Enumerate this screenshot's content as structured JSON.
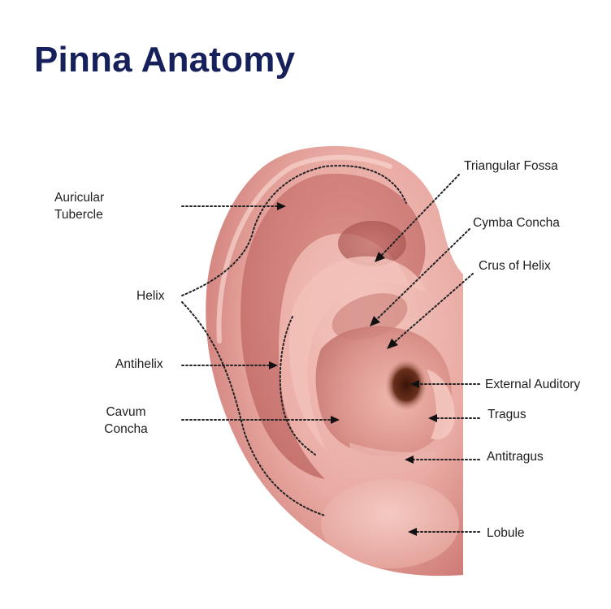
{
  "title": "Pinna Anatomy",
  "labels": {
    "auricular_tubercle": [
      "Auricular",
      "Tubercle"
    ],
    "helix": "Helix",
    "antihelix": "Antihelix",
    "cavum_concha": [
      "Cavum",
      "Concha"
    ],
    "triangular_fossa": "Triangular Fossa",
    "cymba_concha": "Cymba Concha",
    "crus_of_helix": "Crus of Helix",
    "external_auditory": "External Auditory",
    "tragus": "Tragus",
    "antitragus": "Antitragus",
    "lobule": "Lobule"
  },
  "colors": {
    "title": "#16205a",
    "skin": "#e8aaa4",
    "skin_dark": "#b2524f",
    "canal": "#4a2010",
    "label_text": "#1e1e1e",
    "leader": "#222222"
  }
}
